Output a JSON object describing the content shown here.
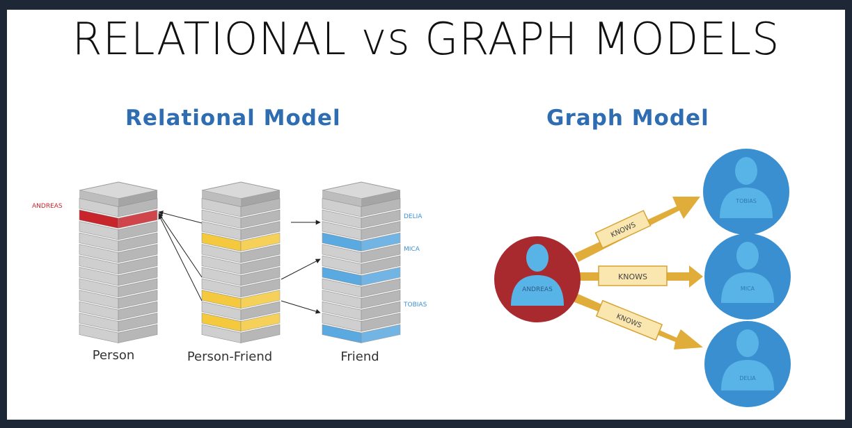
{
  "title": "RELATIONAL vs GRAPH MODELS",
  "relational": {
    "heading": "Relational Model",
    "tables": [
      {
        "label": "Person"
      },
      {
        "label": "Person-Friend"
      },
      {
        "label": "Friend"
      }
    ],
    "row_labels": {
      "andreas": "ANDREAS",
      "delia": "DELIA",
      "mica": "MICA",
      "tobias": "TOBIAS"
    }
  },
  "graph": {
    "heading": "Graph Model",
    "center_node": "ANDREAS",
    "nodes": [
      "TOBIAS",
      "MICA",
      "DELIA"
    ],
    "edge_label": "KNOWS"
  },
  "colors": {
    "title": "#111111",
    "heading": "#2f6db3",
    "person_highlight": "#c8242c",
    "join_highlight": "#f5c93e",
    "friend_highlight": "#5aa9e0",
    "center_node": "#a82a2e",
    "outer_node": "#3a8fd0",
    "person_icon": "#58b4e6",
    "arrow": "#e0ad3a",
    "edge_label_box": "#fae7b0"
  }
}
